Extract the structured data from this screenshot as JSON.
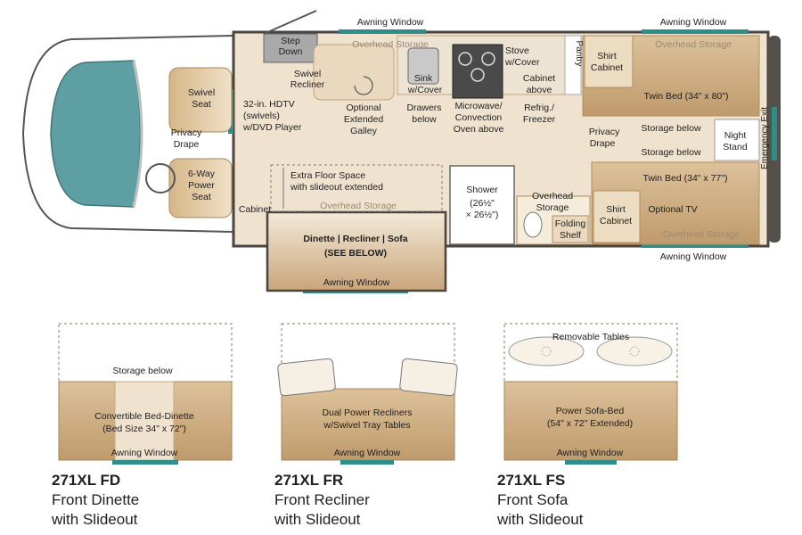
{
  "colors": {
    "wood": "#c9a57a",
    "wood_light": "#eadbc4",
    "floor": "#efe3cf",
    "wall": "#4a4540",
    "window": "#2f8e8a",
    "cab_glass": "#5d9fa3"
  },
  "floorplan": {
    "labels": {
      "awning_window_top_left": "Awning Window",
      "awning_window_top_right": "Awning Window",
      "awning_window_bottom_right": "Awning Window",
      "awning_window_slide": "Awning Window",
      "step_down": [
        "Step",
        "Down"
      ],
      "swivel_recliner": [
        "Swivel",
        "Recliner"
      ],
      "overhead_storage_top_left": "Overhead Storage",
      "overhead_storage_top_right": "Overhead Storage",
      "overhead_storage_slide": "Overhead Storage",
      "overhead_storage_bottom_right": "Overhead Storage",
      "swivel_seat": [
        "Swivel",
        "Seat"
      ],
      "privacy_drape_front": [
        "Privacy",
        "Drape"
      ],
      "power_seat": [
        "6-Way",
        "Power",
        "Seat"
      ],
      "hdtv": [
        "32-in. HDTV",
        "(swivels)",
        "w/DVD Player"
      ],
      "galley": [
        "Optional",
        "Extended",
        "Galley"
      ],
      "sink": [
        "Sink",
        "w/Cover"
      ],
      "drawers": [
        "Drawers",
        "below"
      ],
      "microwave": [
        "Microwave/",
        "Convection",
        "Oven above"
      ],
      "stove": [
        "Stove",
        "w/Cover"
      ],
      "cabinet_above": [
        "Cabinet",
        "above"
      ],
      "refrig": [
        "Refrig./",
        "Freezer"
      ],
      "pantry": "Pantry",
      "shirt_cabinet_top": [
        "Shirt",
        "Cabinet"
      ],
      "twin_bed_top": "Twin Bed (34\" x 80\")",
      "privacy_drape_rear": [
        "Privacy",
        "Drape"
      ],
      "storage_below_1": "Storage below",
      "storage_below_2": "Storage below",
      "night_stand": [
        "Night",
        "Stand"
      ],
      "emergency_exit": "Emergency Exit",
      "twin_bed_bottom": "Twin Bed (34\" x 77\")",
      "shirt_cabinet_bottom": [
        "Shirt",
        "Cabinet"
      ],
      "optional_tv": "Optional TV",
      "shower": [
        "Shower",
        "(26½\"",
        "× 26½\")"
      ],
      "overhead_storage_bath": [
        "Overhead",
        "Storage"
      ],
      "folding_shelf": [
        "Folding",
        "Shelf"
      ],
      "extra_floor": [
        "Extra Floor Space",
        "with slideout extended"
      ],
      "cabinet_front": "Cabinet",
      "slide_main": "Dinette | Recliner | Sofa",
      "slide_sub": "(SEE BELOW)"
    }
  },
  "options": [
    {
      "code": "271XL FD",
      "line1": "Front Dinette",
      "line2": "with Slideout",
      "top_label": "Storage below",
      "center": [
        "Convertible Bed-Dinette",
        "(Bed Size 34\" x 72\")"
      ],
      "window": "Awning Window"
    },
    {
      "code": "271XL FR",
      "line1": "Front Recliner",
      "line2": "with Slideout",
      "center": [
        "Dual Power Recliners",
        "w/Swivel Tray Tables"
      ],
      "window": "Awning Window"
    },
    {
      "code": "271XL FS",
      "line1": "Front Sofa",
      "line2": "with Slideout",
      "top_label": "Removable Tables",
      "center": [
        "Power Sofa-Bed",
        "(54\" x 72\" Extended)"
      ],
      "window": "Awning Window"
    }
  ]
}
